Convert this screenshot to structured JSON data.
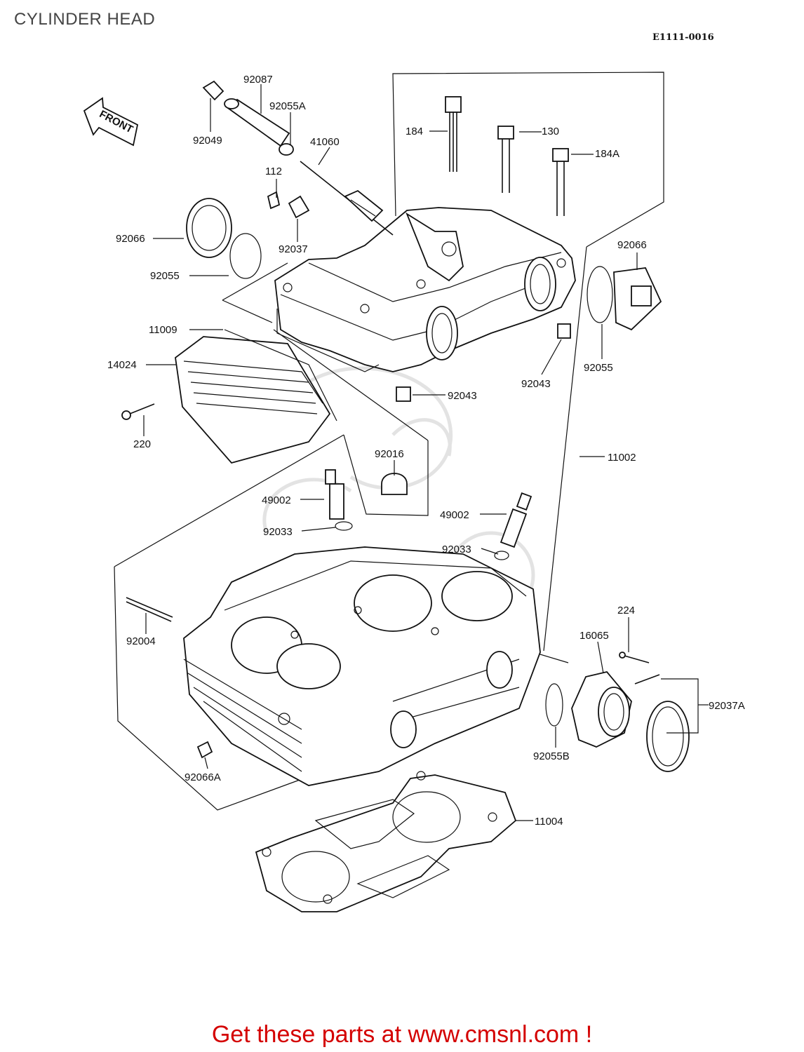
{
  "page": {
    "title": "CYLINDER HEAD",
    "diagram_code": "E1111-0016",
    "front_marker": "FRONT",
    "footer": "Get these parts at www.cmsnl.com !"
  },
  "parts": {
    "p92087": "92087",
    "p92055A": "92055A",
    "p92049": "92049",
    "p41060": "41060",
    "p112": "112",
    "p184": "184",
    "p130": "130",
    "p184A": "184A",
    "p92066_left": "92066",
    "p92055_left": "92055",
    "p92037": "92037",
    "p92066_right": "92066",
    "p92055_right": "92055",
    "p11009": "11009",
    "p14024": "14024",
    "p220": "220",
    "p92043_right": "92043",
    "p92043_center": "92043",
    "p92016": "92016",
    "p11002": "11002",
    "p49002_left": "49002",
    "p49002_right": "49002",
    "p92033_left": "92033",
    "p92033_right": "92033",
    "p92004": "92004",
    "p224": "224",
    "p16065": "16065",
    "p92037A": "92037A",
    "p92055B": "92055B",
    "p92066A": "92066A",
    "p11004": "11004"
  },
  "colors": {
    "line": "#111111",
    "footer_text": "#d40000",
    "title_text": "#444444",
    "watermark": "#e3e3e3"
  }
}
